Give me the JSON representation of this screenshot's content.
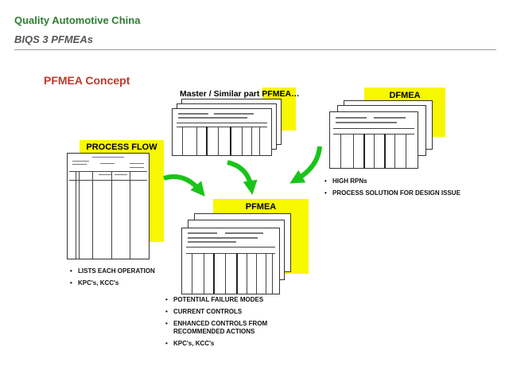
{
  "header": {
    "title": "Quality Automotive China",
    "subtitle": "BIQS 3 PFMEAs"
  },
  "slide": {
    "heading": "PFMEA Concept",
    "labels": {
      "master": "Master / Similar part PFMEA…",
      "dfmea": "DFMEA",
      "process_flow": "PROCESS FLOW",
      "pfmea": "PFMEA"
    },
    "process_flow_bullets": [
      "LISTS EACH OPERATION",
      "KPC's, KCC's"
    ],
    "dfmea_bullets": [
      "HIGH RPNs",
      "PROCESS SOLUTION FOR DESIGN ISSUE"
    ],
    "pfmea_bullets": [
      "POTENTIAL FAILURE MODES",
      "CURRENT CONTROLS",
      "ENHANCED CONTROLS FROM RECOMMENDED ACTIONS",
      "KPC's, KCC's"
    ]
  },
  "colors": {
    "title_green": "#2e7d32",
    "heading_red": "#c0392b",
    "highlight_yellow": "#f7f700",
    "arrow_green": "#19c419"
  }
}
